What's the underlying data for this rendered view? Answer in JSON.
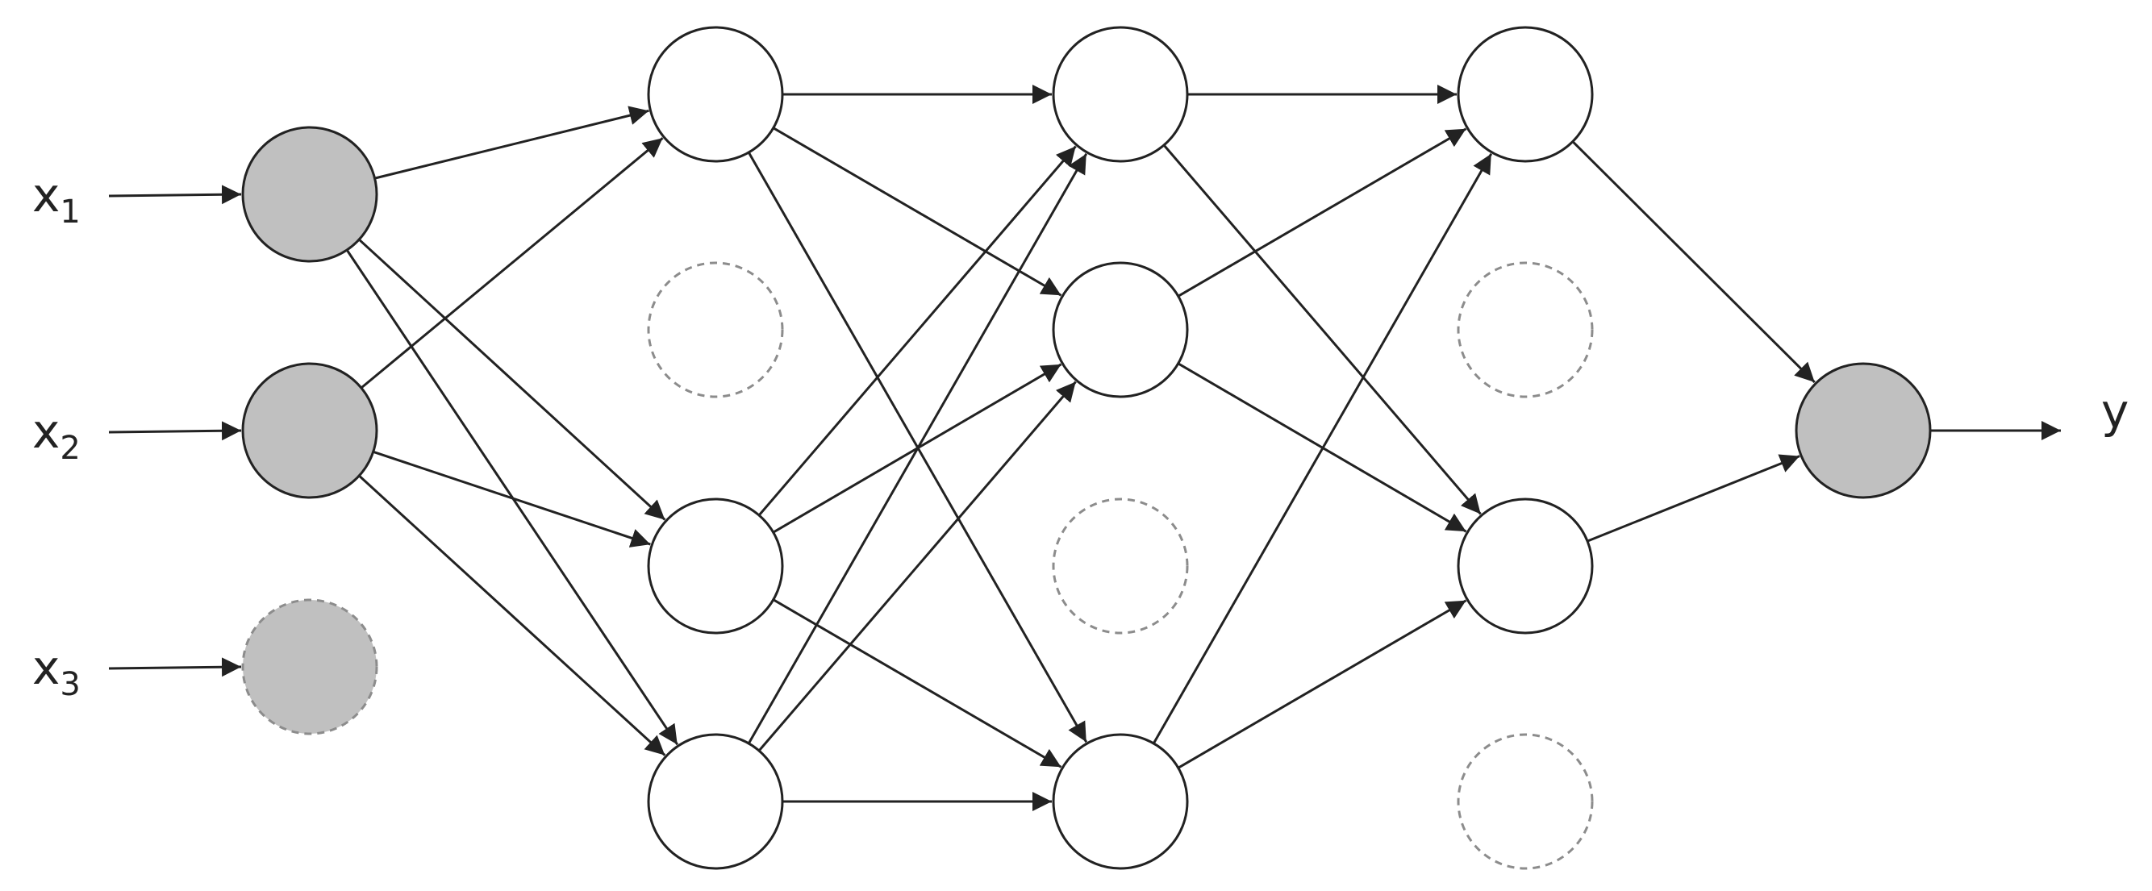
{
  "inputs": [
    {
      "base": "x",
      "sub": "1"
    },
    {
      "base": "x",
      "sub": "2"
    },
    {
      "base": "x",
      "sub": "3"
    }
  ],
  "output": {
    "label": "y"
  },
  "colors": {
    "line": "#222222",
    "node_fill": "#ffffff",
    "io_node_fill": "#c0c0c0",
    "dropped_stroke": "#8c8c8c",
    "background": "#ffffff"
  },
  "network": {
    "layers": [
      {
        "id": "input",
        "nodes": [
          {
            "dropped": false
          },
          {
            "dropped": false
          },
          {
            "dropped": true
          }
        ]
      },
      {
        "id": "hidden1",
        "nodes": [
          {
            "dropped": false
          },
          {
            "dropped": true
          },
          {
            "dropped": false
          },
          {
            "dropped": false
          }
        ]
      },
      {
        "id": "hidden2",
        "nodes": [
          {
            "dropped": false
          },
          {
            "dropped": false
          },
          {
            "dropped": true
          },
          {
            "dropped": false
          }
        ]
      },
      {
        "id": "hidden3",
        "nodes": [
          {
            "dropped": false
          },
          {
            "dropped": true
          },
          {
            "dropped": false
          },
          {
            "dropped": true
          }
        ]
      },
      {
        "id": "output",
        "nodes": [
          {
            "dropped": false
          }
        ]
      }
    ]
  }
}
